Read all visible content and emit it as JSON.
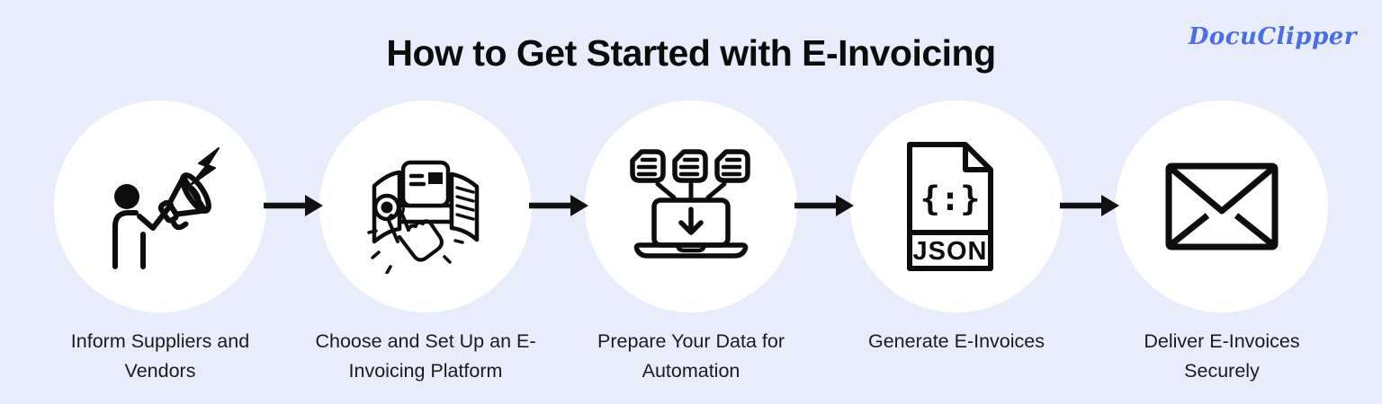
{
  "page": {
    "title": "How to Get Started with E-Invoicing",
    "brand": "DocuClipper",
    "colors": {
      "background": "#e9edfb",
      "circle_fill": "#ffffff",
      "ink": "#0d0d0d",
      "label_text": "#1b1b1e",
      "brand_blue": "#4b6ee0"
    }
  },
  "steps": [
    {
      "label": "Inform Suppliers and Vendors",
      "icon": "megaphone-announcer-icon"
    },
    {
      "label": "Choose and Set Up an E-Invoicing Platform",
      "icon": "platform-carousel-tap-icon"
    },
    {
      "label": "Prepare Your Data for Automation",
      "icon": "documents-to-laptop-icon"
    },
    {
      "label": "Generate E-Invoices",
      "icon": "json-file-icon",
      "braces_glyph": "{:}",
      "file_type_label": "JSON"
    },
    {
      "label": "Deliver E-Invoices Securely",
      "icon": "envelope-icon"
    }
  ],
  "connector": {
    "icon": "right-arrow-icon",
    "count": 4
  }
}
